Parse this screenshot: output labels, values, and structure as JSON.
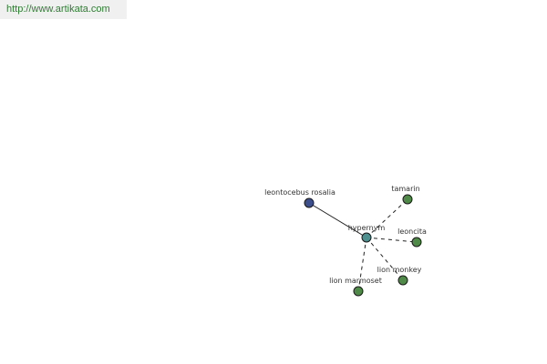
{
  "watermark": {
    "text": "http://www.artikata.com"
  },
  "graph": {
    "colors": {
      "center": "#4e8f8f",
      "root": "#3c4f8c",
      "leaf": "#4f8a48"
    },
    "center": {
      "label": "hypernym"
    },
    "nodes": [
      {
        "label": "leontocebus rosalia",
        "role": "root"
      },
      {
        "label": "tamarin",
        "role": "leaf"
      },
      {
        "label": "leoncita",
        "role": "leaf"
      },
      {
        "label": "lion monkey",
        "role": "leaf"
      },
      {
        "label": "lion marmoset",
        "role": "leaf"
      }
    ],
    "edges": [
      {
        "from": "leontocebus rosalia",
        "to": "hypernym",
        "style": "solid"
      },
      {
        "from": "hypernym",
        "to": "tamarin",
        "style": "dashed"
      },
      {
        "from": "hypernym",
        "to": "leoncita",
        "style": "dashed"
      },
      {
        "from": "hypernym",
        "to": "lion monkey",
        "style": "dashed"
      },
      {
        "from": "hypernym",
        "to": "lion marmoset",
        "style": "dashed"
      }
    ]
  }
}
